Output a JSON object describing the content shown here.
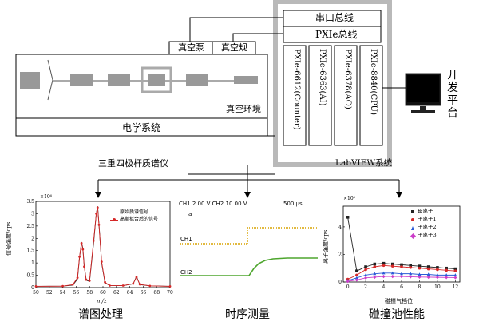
{
  "diagram": {
    "bus_serial": "串口总线",
    "bus_pxie": "PXIe总线",
    "vacuum_pump": "真空泵",
    "vacuum_gauge": "真空规",
    "vacuum_env": "真空环境",
    "electrical_system": "电学系统",
    "modules": [
      "PXIe-6612(Counter)",
      "PXIe-6363(AI)",
      "PXIe-6378(AO)",
      "PXIe-8840(CPU)"
    ],
    "dev_platform": "开发平台",
    "labview": "LabVIEW系统",
    "spectrometer": "三重四极杆质谱仪"
  },
  "bottom_labels": {
    "spectrum": "谱图处理",
    "timing": "时序测量",
    "collision": "碰撞池性能"
  },
  "panel_spectrum": {
    "exponent": "×10⁶",
    "ylabel": "信号强度/cps",
    "xlabel": "m/z",
    "legend": [
      "原始质谱信号",
      "高斯拟合后的信号"
    ],
    "series_colors": [
      "#222222",
      "#d62828"
    ]
  },
  "panel_timing": {
    "header": "CH1 2.00 V  CH2 10.00 V",
    "timebase": "500 μs",
    "marker": "a",
    "ch1": "CH1",
    "ch2": "CH2",
    "trace_colors": [
      "#d9a400",
      "#4ea62e"
    ]
  },
  "panel_collision": {
    "exponent": "×10⁵",
    "ylabel": "离子强度/cps",
    "xlabel": "碰撞气档位",
    "legend": [
      "母离子",
      "子离子1",
      "子离子2",
      "子离子3"
    ],
    "series_colors": [
      "#222222",
      "#d62828",
      "#2a5bd7",
      "#cc3ec9"
    ]
  },
  "chart_data": [
    {
      "type": "line",
      "title": "",
      "xlabel": "m/z",
      "ylabel": "信号强度/cps",
      "x_ticks": [
        50,
        52,
        54,
        56,
        58,
        60,
        62,
        64,
        66,
        68,
        70
      ],
      "y_ticks": [
        0,
        0.5,
        1.0,
        1.5,
        2.0,
        2.5,
        3.0,
        3.5
      ],
      "xlim": [
        50,
        70
      ],
      "ylim": [
        0,
        3.5
      ],
      "series": [
        {
          "name": "原始质谱信号",
          "x": [
            50,
            54,
            55.5,
            56.2,
            56.5,
            56.8,
            57.0,
            57.2,
            57.5,
            58.0,
            58.6,
            59.0,
            59.2,
            59.4,
            59.8,
            60.3,
            61.0,
            63.0,
            64.5,
            65.0,
            65.5,
            67.0,
            70.0
          ],
          "values": [
            0.05,
            0.06,
            0.1,
            0.35,
            1.2,
            1.85,
            1.6,
            0.9,
            0.3,
            0.25,
            1.8,
            3.0,
            3.3,
            2.6,
            1.0,
            0.2,
            0.08,
            0.08,
            0.15,
            0.45,
            0.12,
            0.07,
            0.05
          ]
        },
        {
          "name": "高斯拟合后的信号",
          "x": [
            50,
            54,
            55.5,
            56.2,
            56.5,
            56.8,
            57.0,
            57.2,
            57.5,
            58.0,
            58.6,
            59.0,
            59.2,
            59.4,
            59.8,
            60.3,
            61.0,
            63.0,
            64.5,
            65.0,
            65.5,
            67.0,
            70.0
          ],
          "values": [
            0.05,
            0.06,
            0.12,
            0.4,
            1.25,
            1.8,
            1.55,
            0.85,
            0.32,
            0.28,
            1.9,
            3.0,
            3.25,
            2.55,
            1.05,
            0.22,
            0.08,
            0.08,
            0.16,
            0.42,
            0.13,
            0.07,
            0.05
          ]
        }
      ]
    },
    {
      "type": "line",
      "title": "",
      "xlabel": "碰撞气档位",
      "ylabel": "离子强度/cps",
      "x_ticks": [
        0,
        2,
        4,
        6,
        8,
        10,
        12
      ],
      "y_ticks": [
        0,
        2,
        4
      ],
      "xlim": [
        -0.5,
        12.5
      ],
      "ylim": [
        0,
        5.5
      ],
      "series": [
        {
          "name": "母离子",
          "x": [
            0,
            1,
            2,
            3,
            4,
            5,
            6,
            7,
            8,
            9,
            10,
            11,
            12
          ],
          "values": [
            4.7,
            0.8,
            1.1,
            1.3,
            1.35,
            1.3,
            1.25,
            1.2,
            1.15,
            1.1,
            1.05,
            1.0,
            0.95
          ]
        },
        {
          "name": "子离子1",
          "x": [
            0,
            1,
            2,
            3,
            4,
            5,
            6,
            7,
            8,
            9,
            10,
            11,
            12
          ],
          "values": [
            0.2,
            0.5,
            0.9,
            1.1,
            1.2,
            1.15,
            1.1,
            1.05,
            1.0,
            0.95,
            0.9,
            0.85,
            0.8
          ]
        },
        {
          "name": "子离子2",
          "x": [
            0,
            1,
            2,
            3,
            4,
            5,
            6,
            7,
            8,
            9,
            10,
            11,
            12
          ],
          "values": [
            0.1,
            0.3,
            0.5,
            0.6,
            0.65,
            0.65,
            0.6,
            0.6,
            0.55,
            0.55,
            0.5,
            0.5,
            0.5
          ]
        },
        {
          "name": "子离子3",
          "x": [
            0,
            1,
            2,
            3,
            4,
            5,
            6,
            7,
            8,
            9,
            10,
            11,
            12
          ],
          "values": [
            0.05,
            0.15,
            0.3,
            0.35,
            0.4,
            0.4,
            0.4,
            0.38,
            0.36,
            0.35,
            0.34,
            0.33,
            0.32
          ]
        }
      ]
    }
  ]
}
